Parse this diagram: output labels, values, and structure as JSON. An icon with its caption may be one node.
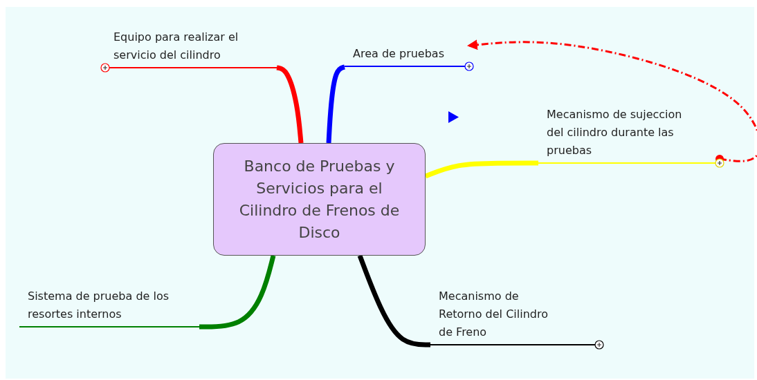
{
  "diagram": {
    "nodes": [
      {
        "text": [
          "Banco de Pruebas y Servicios para el Cilindro de Frenos de Disco"
        ]
      },
      {
        "text": [
          "Equipo para realizar el servicio del cilindro"
        ]
      },
      {
        "text": [
          "Area de pruebas"
        ]
      },
      {
        "text": [
          "Mecanismo de sujeccion del cilindro durante las pruebas"
        ]
      },
      {
        "text": [
          "Sistema de prueba de los resortes internos"
        ]
      },
      {
        "text": [
          "Mecanismo de Retorno del Cilindro de Freno"
        ]
      }
    ],
    "edges": [
      {
        "from": 0,
        "to": 1,
        "arrow": "none",
        "color": "#ff0000"
      },
      {
        "from": 0,
        "to": 2,
        "arrow": "none",
        "color": "#0000ff"
      },
      {
        "from": 0,
        "to": 3,
        "arrow": "none",
        "color": "#ffff00"
      },
      {
        "from": 0,
        "to": 4,
        "arrow": "none",
        "color": "#008000"
      },
      {
        "from": 0,
        "to": 5,
        "arrow": "none",
        "color": "#000000"
      },
      {
        "from": 3,
        "to": 2,
        "arrow": "to",
        "style": "dashed",
        "color": "#ff0000"
      }
    ]
  }
}
